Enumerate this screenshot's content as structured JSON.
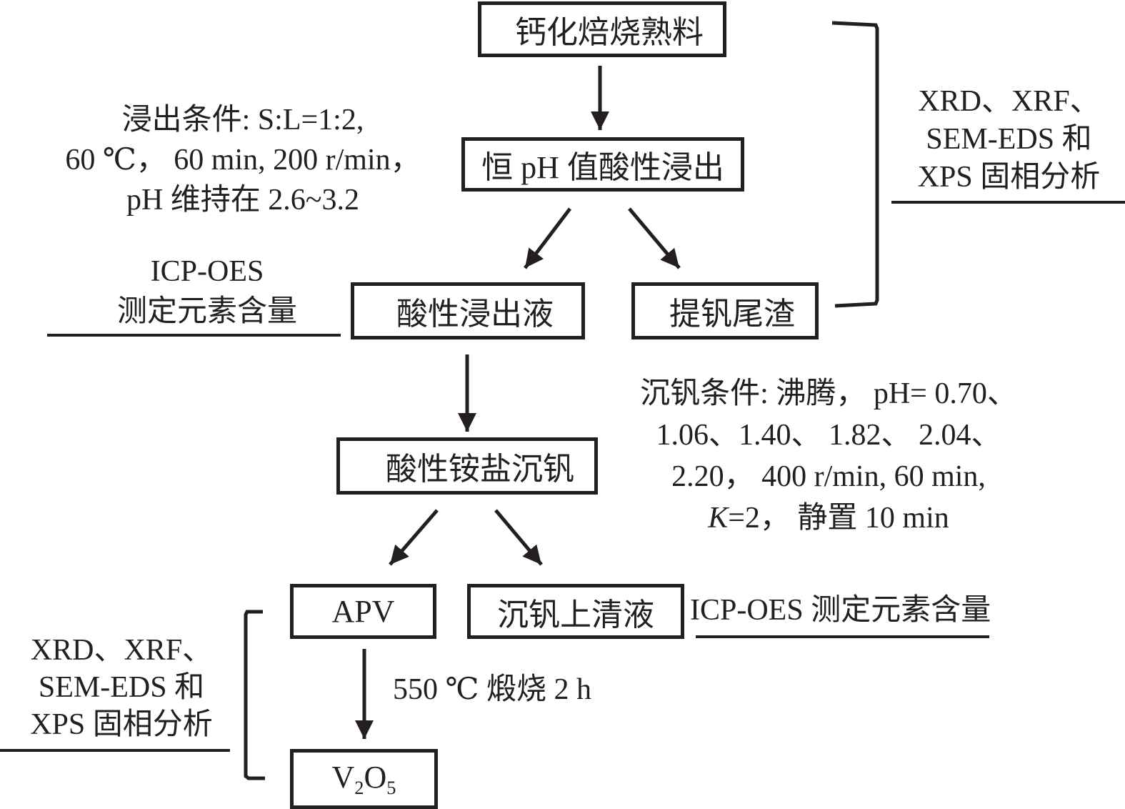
{
  "nodes": {
    "calcified_clinker": "钙化焙烧熟料",
    "constant_ph_leaching": "恒 pH 值酸性浸出",
    "acid_leachate": "酸性浸出液",
    "vanadium_tailings": "提钒尾渣",
    "ammonium_precipitation": "酸性铵盐沉钒",
    "apv": "APV",
    "supernatant": "沉钒上清液",
    "v2o5": {
      "base1": "V",
      "sub1": "2",
      "base2": "O",
      "sub2": "5"
    }
  },
  "annotations": {
    "leaching_conditions": [
      "浸出条件: S:L=1:2,",
      "60 ℃， 60 min, 200 r/min，",
      "pH 维持在 2.6~3.2"
    ],
    "icp_left": [
      "ICP-OES",
      "测定元素含量"
    ],
    "solid_analysis_right": [
      "XRD、XRF、",
      "SEM-EDS 和",
      "XPS 固相分析"
    ],
    "precipitation_conditions": [
      "沉钒条件: 沸腾， pH= 0.70、",
      "1.06、1.40、 1.82、 2.04、",
      "2.20， 400 r/min, 60 min,",
      {
        "italic": "K",
        "rest": "=2， 静置 10 min"
      }
    ],
    "icp_right": "ICP-OES 测定元素含量",
    "calcination": "550 ℃ 煅烧 2 h",
    "solid_analysis_left": [
      "XRD、XRF、",
      "SEM-EDS 和",
      "XPS 固相分析"
    ]
  },
  "colors": {
    "ink": "#231f20",
    "background": "#ffffff"
  }
}
